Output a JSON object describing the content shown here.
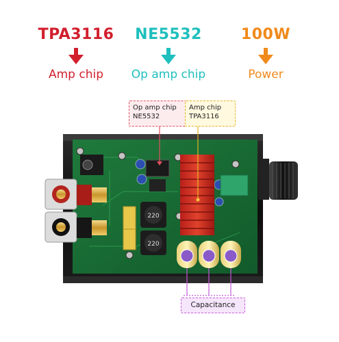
{
  "features": [
    {
      "title": "TPA3116",
      "subtitle": "Amp chip",
      "color": "#d21f2d"
    },
    {
      "title": "NE5532",
      "subtitle": "Op amp chip",
      "color": "#1fbfbd"
    },
    {
      "title": "100W",
      "subtitle": "Power",
      "color": "#f08a1c"
    }
  ],
  "callouts": {
    "op_amp": {
      "line1": "Op amp chip",
      "line2": "NE5532",
      "color": "#e2515f"
    },
    "amp": {
      "line1": "Amp chip",
      "line2": "TPA3116",
      "color": "#e5b224"
    },
    "capacitance": {
      "label": "Capacitance",
      "color": "#c45bd8"
    }
  },
  "chip_markings": [
    "220",
    "220"
  ]
}
